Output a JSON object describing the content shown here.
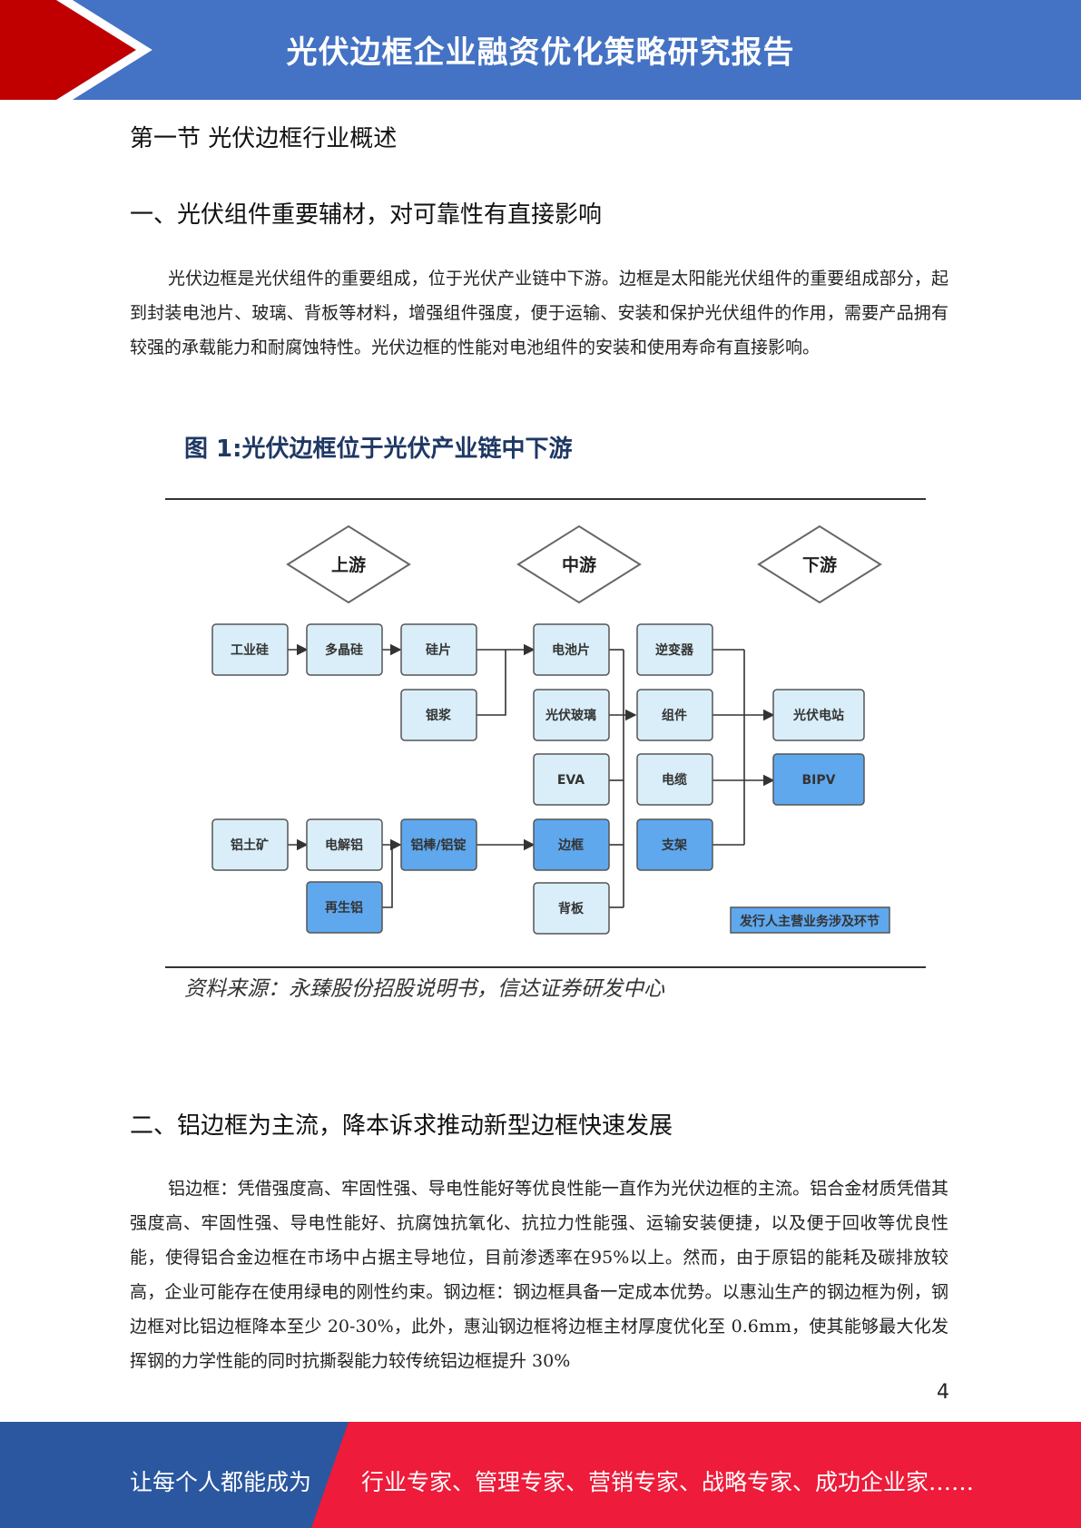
{
  "header": {
    "title": "光伏边框企业融资优化策略研究报告"
  },
  "section": {
    "title": "第一节 光伏边框行业概述"
  },
  "heading1": "一、光伏组件重要辅材，对可靠性有直接影响",
  "paragraph1": "光伏边框是光伏组件的重要组成，位于光伏产业链中下游。边框是太阳能光伏组件的重要组成部分，起到封装电池片、玻璃、背板等材料，增强组件强度，便于运输、安装和保护光伏组件的作用，需要产品拥有较强的承载能力和耐腐蚀特性。光伏边框的性能对电池组件的安装和使用寿命有直接影响。",
  "figure": {
    "title": "图 1:光伏边框位于光伏产业链中下游",
    "source": "资料来源：永臻股份招股说明书，信达证券研发中心",
    "stages": {
      "upstream": "上游",
      "midstream": "中游",
      "downstream": "下游"
    },
    "boxes": {
      "industrial_silicon": "工业硅",
      "polysilicon": "多晶硅",
      "wafer": "硅片",
      "silver_paste": "银浆",
      "cell": "电池片",
      "pv_glass": "光伏玻璃",
      "eva": "EVA",
      "frame": "边框",
      "backsheet": "背板",
      "inverter": "逆变器",
      "module": "组件",
      "cable": "电缆",
      "bracket": "支架",
      "pv_station": "光伏电站",
      "bipv": "BIPV",
      "bauxite": "铝土矿",
      "electrolytic_al": "电解铝",
      "recycled_al": "再生铝",
      "al_rod": "铝棒/铝锭"
    },
    "legend": "发行人主营业务涉及环节",
    "colors": {
      "light_box": "#d9eef8",
      "dark_box": "#5fa8ee",
      "header": "#4472c4",
      "accent_red": "#c00000"
    }
  },
  "heading2": "二、铝边框为主流，降本诉求推动新型边框快速发展",
  "paragraph2": "铝边框：凭借强度高、牢固性强、导电性能好等优良性能一直作为光伏边框的主流。铝合金材质凭借其强度高、牢固性强、导电性能好、抗腐蚀抗氧化、抗拉力性能强、运输安装便捷，以及便于回收等优良性能，使得铝合金边框在市场中占据主导地位，目前渗透率在95%以上。然而，由于原铝的能耗及碳排放较高，企业可能存在使用绿电的刚性约束。钢边框：钢边框具备一定成本优势。以惠汕生产的钢边框为例，钢边框对比铝边框降本至少 20-30%，此外，惠汕钢边框将边框主材厚度优化至 0.6mm，使其能够最大化发挥钢的力学性能的同时抗撕裂能力较传统铝边框提升 30%",
  "page_number": "4",
  "footer": {
    "left": "让每个人都能成为",
    "right": "行业专家、管理专家、营销专家、战略专家、成功企业家……"
  }
}
